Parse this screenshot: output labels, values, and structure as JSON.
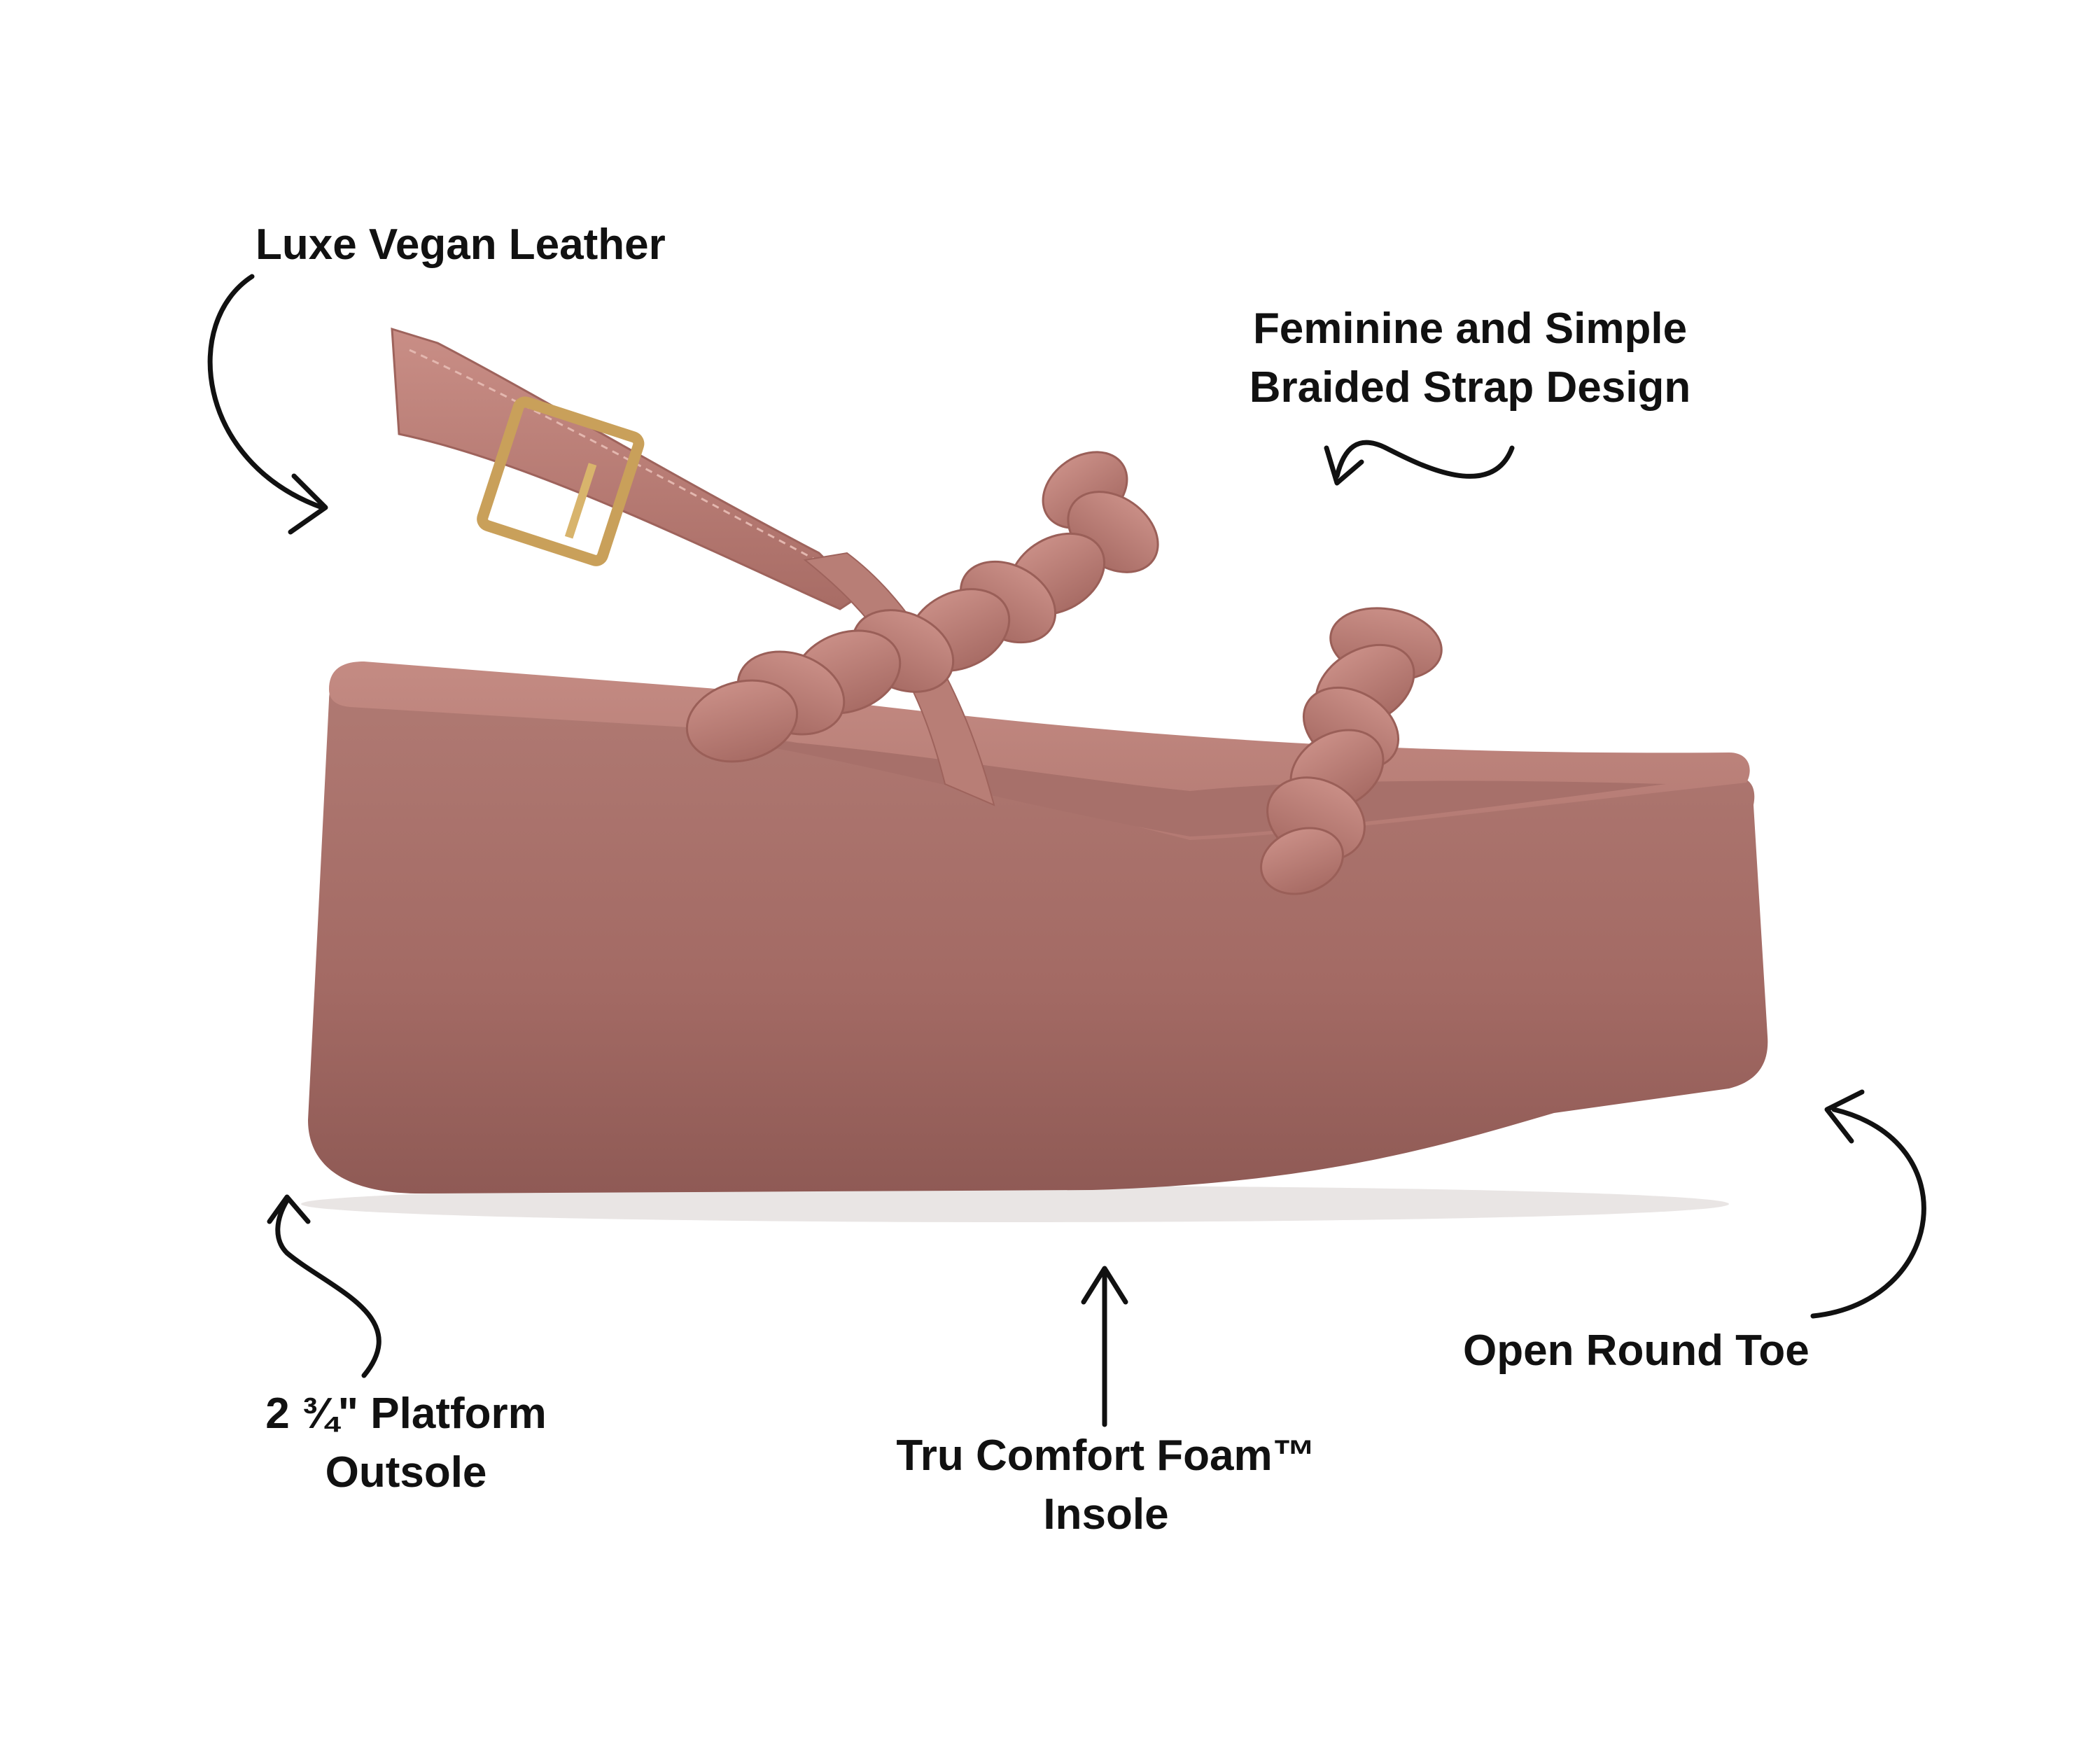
{
  "callouts": {
    "leather": "Luxe Vegan Leather",
    "braid_line1": "Feminine and Simple",
    "braid_line2": "Braided Strap Design",
    "toe": "Open Round Toe",
    "platform_line1": "2 ¾\" Platform",
    "platform_line2": "Outsole",
    "insole_line1": "Tru Comfort Foam™",
    "insole_line2": "Insole"
  },
  "colors": {
    "background": "#ffffff",
    "text": "#111111",
    "sole": "#a9706a",
    "leather": "#b97c74",
    "buckle": "#c9a05a"
  },
  "icons": {
    "arrows": "curved-arrow-icon",
    "product": "platform-sandal-image"
  }
}
